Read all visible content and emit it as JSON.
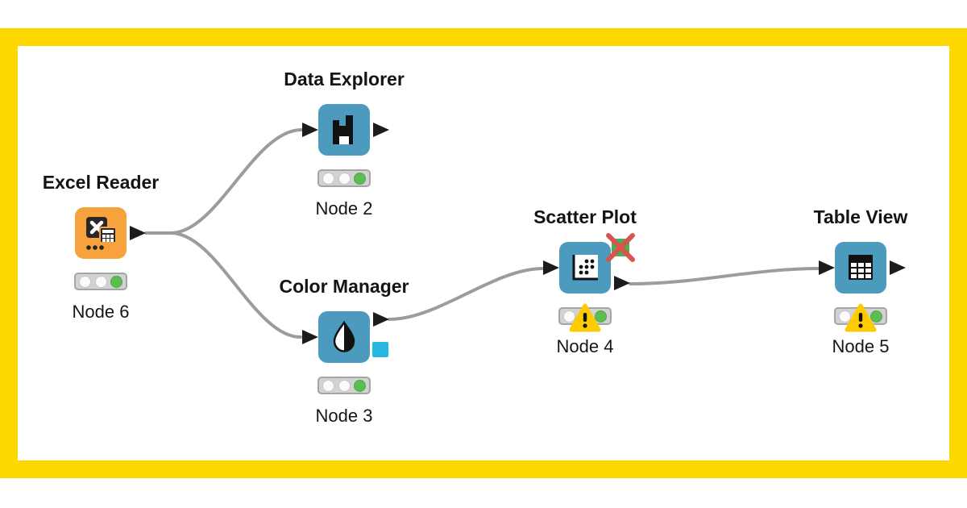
{
  "frame": {
    "color": "#FFD800",
    "background": "#FFFFFF"
  },
  "colors": {
    "node_blue": "#4C9BBE",
    "node_orange": "#F7A23C",
    "connection_gray": "#9C9C9C",
    "status_green": "#5CBE50",
    "warning_yellow": "#FDCB00",
    "inactive_port_green": "#4BAE4F",
    "inactive_cross_red": "#D9534F",
    "color_model_port_cyan": "#29B6E0"
  },
  "workflow": {
    "nodes": [
      {
        "title": "Excel Reader",
        "label": "Node 6",
        "icon": "excel-reader-icon",
        "color": "#F7A23C",
        "lights": [
          "off",
          "off",
          "green"
        ],
        "warning": false
      },
      {
        "title": "Data Explorer",
        "label": "Node 2",
        "icon": "bar-chart-icon",
        "color": "#4C9BBE",
        "lights": [
          "off",
          "off",
          "green"
        ],
        "warning": false
      },
      {
        "title": "Color Manager",
        "label": "Node 3",
        "icon": "color-droplet-icon",
        "color": "#4C9BBE",
        "lights": [
          "off",
          "off",
          "green"
        ],
        "warning": false
      },
      {
        "title": "Scatter Plot",
        "label": "Node 4",
        "icon": "scatter-plot-icon",
        "color": "#4C9BBE",
        "lights": [
          "off",
          "off",
          "green"
        ],
        "warning": true,
        "inactive_image_port": true
      },
      {
        "title": "Table View",
        "label": "Node 5",
        "icon": "table-grid-icon",
        "color": "#4C9BBE",
        "lights": [
          "off",
          "off",
          "green"
        ],
        "warning": true
      }
    ],
    "connections": [
      {
        "from": "Excel Reader",
        "to": "Data Explorer"
      },
      {
        "from": "Excel Reader",
        "to": "Color Manager"
      },
      {
        "from": "Color Manager",
        "to": "Scatter Plot"
      },
      {
        "from": "Scatter Plot",
        "to": "Table View"
      }
    ]
  }
}
